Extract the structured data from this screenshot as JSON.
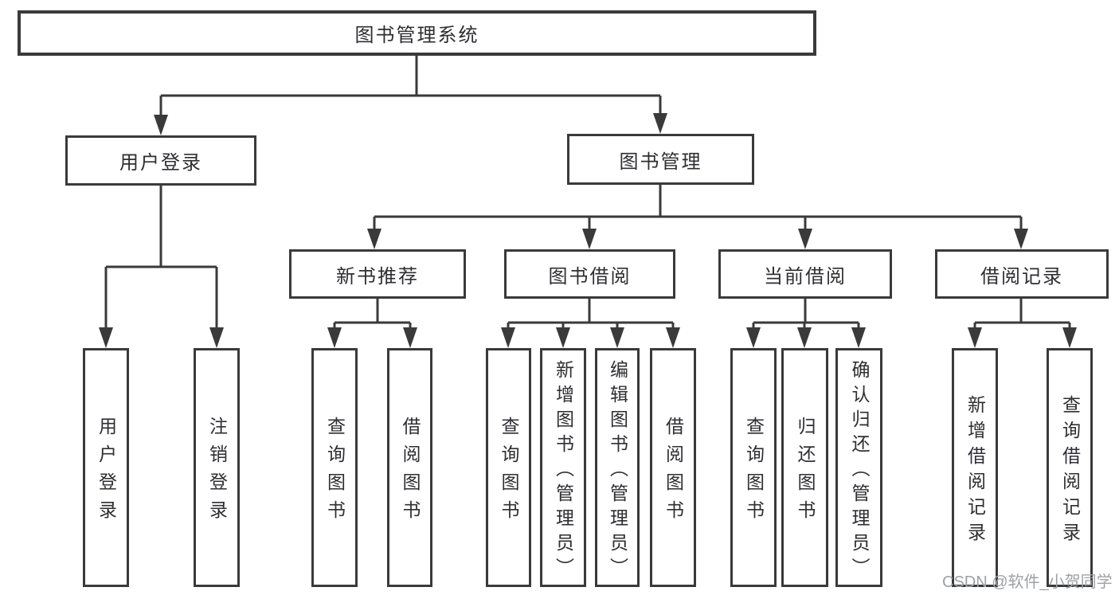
{
  "diagram": {
    "title": "图书管理系统",
    "type": "hierarchy-tree",
    "watermark": "CSDN @软件_小贺同学"
  },
  "colors": {
    "line": "#3a3a3a",
    "box_border": "#3a3a3a",
    "box_background": "#ffffff",
    "text": "#2e2e33",
    "watermark": "#9fa0a8",
    "page_background": "#ffffff"
  },
  "nodes": [
    {
      "id": "root",
      "label": "图书管理系统"
    },
    {
      "id": "user-login-group",
      "label": "用户登录"
    },
    {
      "id": "book-management",
      "label": "图书管理"
    },
    {
      "id": "new-book-recommend",
      "label": "新书推荐"
    },
    {
      "id": "book-borrowing",
      "label": "图书借阅"
    },
    {
      "id": "current-borrowing",
      "label": "当前借阅"
    },
    {
      "id": "borrowing-records",
      "label": "借阅记录"
    },
    {
      "id": "user-login",
      "label": "用户登录"
    },
    {
      "id": "logout",
      "label": "注销登录"
    },
    {
      "id": "query-books-1",
      "label": "查询图书"
    },
    {
      "id": "borrow-books-1",
      "label": "借阅图书"
    },
    {
      "id": "query-books-2",
      "label": "查询图书"
    },
    {
      "id": "add-books-admin",
      "label": "新增图书（管理员）"
    },
    {
      "id": "edit-books-admin",
      "label": "编辑图书（管理员）"
    },
    {
      "id": "borrow-books-2",
      "label": "借阅图书"
    },
    {
      "id": "query-books-3",
      "label": "查询图书"
    },
    {
      "id": "return-books",
      "label": "归还图书"
    },
    {
      "id": "confirm-return-admin",
      "label": "确认归还（管理员）"
    },
    {
      "id": "add-borrow-record",
      "label": "新增借阅记录"
    },
    {
      "id": "query-borrow-record",
      "label": "查询借阅记录"
    }
  ],
  "edges": [
    {
      "parent": "图书管理系统",
      "children": [
        "用户登录",
        "图书管理"
      ]
    },
    {
      "parent": "用户登录",
      "children": [
        "用户登录",
        "注销登录"
      ]
    },
    {
      "parent": "图书管理",
      "children": [
        "新书推荐",
        "图书借阅",
        "当前借阅",
        "借阅记录"
      ]
    },
    {
      "parent": "新书推荐",
      "children": [
        "查询图书",
        "借阅图书"
      ]
    },
    {
      "parent": "图书借阅",
      "children": [
        "查询图书",
        "新增图书（管理员）",
        "编辑图书（管理员）",
        "借阅图书"
      ]
    },
    {
      "parent": "当前借阅",
      "children": [
        "查询图书",
        "归还图书",
        "确认归还（管理员）"
      ]
    },
    {
      "parent": "借阅记录",
      "children": [
        "新增借阅记录",
        "查询借阅记录"
      ]
    }
  ]
}
